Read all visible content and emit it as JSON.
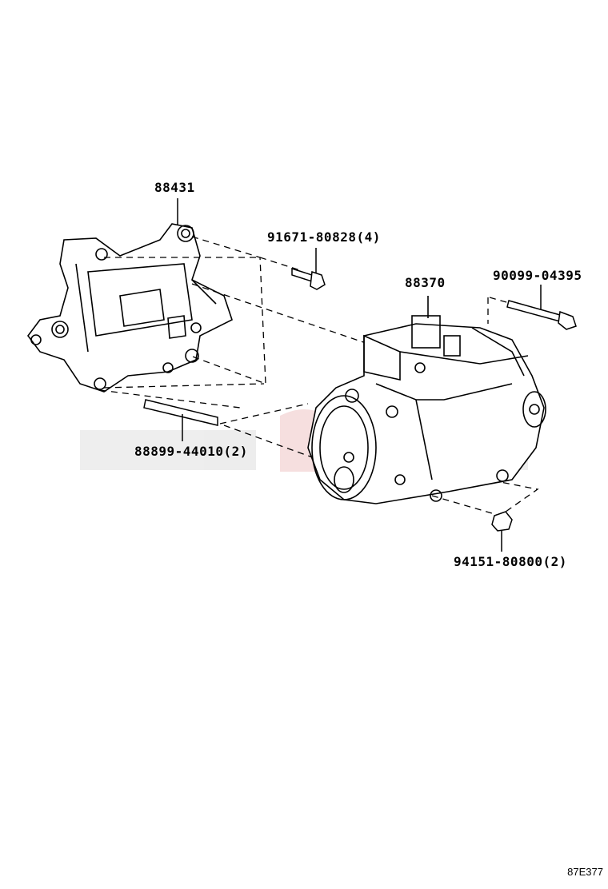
{
  "parts": [
    {
      "id": "bracket",
      "part_number": "88431"
    },
    {
      "id": "bracket-bolt",
      "part_number": "91671-80828",
      "qty": "(4)"
    },
    {
      "id": "compressor",
      "part_number": "88370"
    },
    {
      "id": "compressor-bolt",
      "part_number": "90099-04395"
    },
    {
      "id": "stud",
      "part_number": "88899-44010",
      "qty": "(2)"
    },
    {
      "id": "nut",
      "part_number": "94151-80800",
      "qty": "(2)"
    }
  ],
  "illustration_code": "87E377",
  "colors": {
    "line": "#000000",
    "watermark_gray": "#e6e6e6",
    "watermark_red": "#f4d6d6"
  }
}
